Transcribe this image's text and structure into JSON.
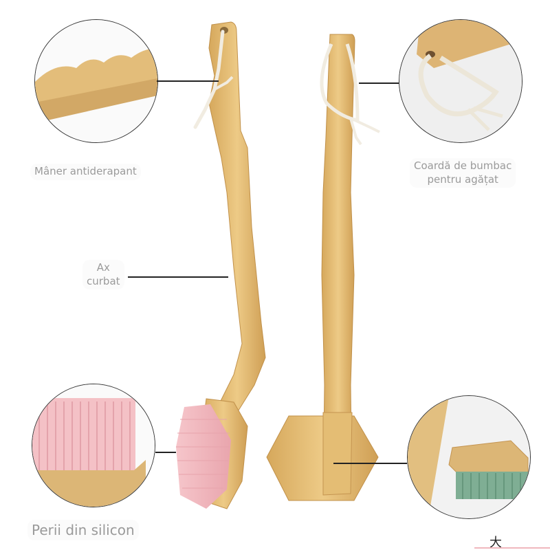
{
  "callouts": {
    "handle": {
      "label": "Mâner antiderapant"
    },
    "rope": {
      "label_line1": "Coardă de bumbac",
      "label_line2": "pentru agățat"
    },
    "shaft": {
      "label_line1": "Ax",
      "label_line2": "curbat"
    },
    "bristles": {
      "label": "Perii din silicon"
    }
  },
  "colors": {
    "bamboo": "#e8c27a",
    "bamboo_dark": "#c99a4e",
    "silicone_pink": "#f2b7bd",
    "silicone_green": "#7fae94",
    "rope": "#f0ebe0",
    "label_text": "#9a9a9a"
  },
  "watermark": {
    "glyph": "大"
  }
}
